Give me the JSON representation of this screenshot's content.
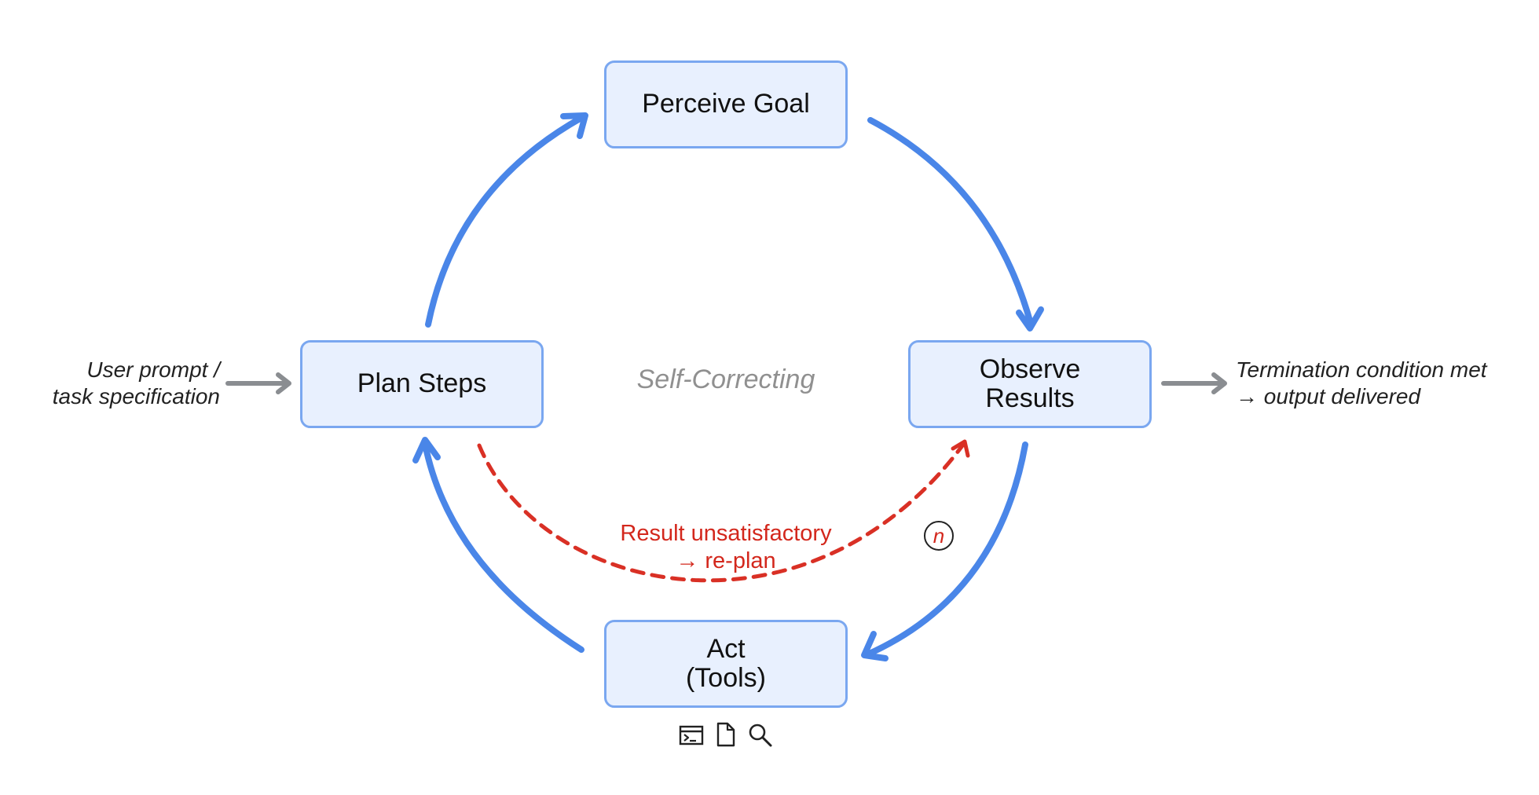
{
  "nodes": {
    "perceive": {
      "label": "Perceive Goal"
    },
    "plan": {
      "label": "Plan Steps"
    },
    "observe": {
      "label": "Observe\nResults"
    },
    "act": {
      "label": "Act\n(Tools)"
    }
  },
  "input": {
    "label": "User prompt /\ntask specification"
  },
  "output": {
    "label": "Termination condition met\n→ output delivered"
  },
  "center": {
    "label": "Self-Correcting"
  },
  "replan": {
    "label": "Result unsatisfactory\n→ re-plan"
  },
  "loop_badge": {
    "label": "n"
  },
  "tools": {
    "icons": [
      "terminal-icon",
      "document-icon",
      "search-icon"
    ]
  },
  "colors": {
    "cycle_arrow": "#4a86e8",
    "replan_arrow": "#d93025",
    "io_arrow": "#8a8d91",
    "node_fill": "#e8f0fe",
    "node_border": "#7aa7f0"
  }
}
